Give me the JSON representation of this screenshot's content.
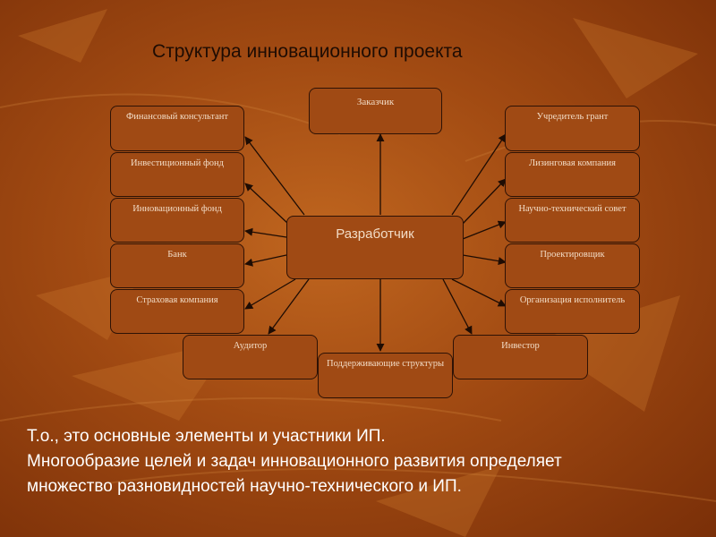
{
  "slide": {
    "title": "Структура инновационного проекта",
    "center": "Разработчик",
    "top": "Заказчик",
    "left": [
      "Финансовый консультант",
      "Инвестиционный фонд",
      "Инновационный фонд",
      "Банк",
      "Страховая компания"
    ],
    "right": [
      "Учредитель грант",
      "Лизинговая компания",
      "Научно-технический совет",
      "Проектировщик",
      "Организация исполнитель"
    ],
    "bottom": [
      "Аудитор",
      "Поддерживающие структуры",
      "Инвестор"
    ],
    "summary": [
      "Т.о., это основные элементы и участники ИП.",
      "Многообразие целей и задач инновационного развития определяет",
      "множество разновидностей научно-технического и ИП."
    ]
  },
  "colors": {
    "background": "#a14a12",
    "box_fill": "#a04a14",
    "box_border": "#2e1205",
    "box_text": "#f2dcc6",
    "title_text": "#1e0c03",
    "summary_text": "#ffffff"
  }
}
